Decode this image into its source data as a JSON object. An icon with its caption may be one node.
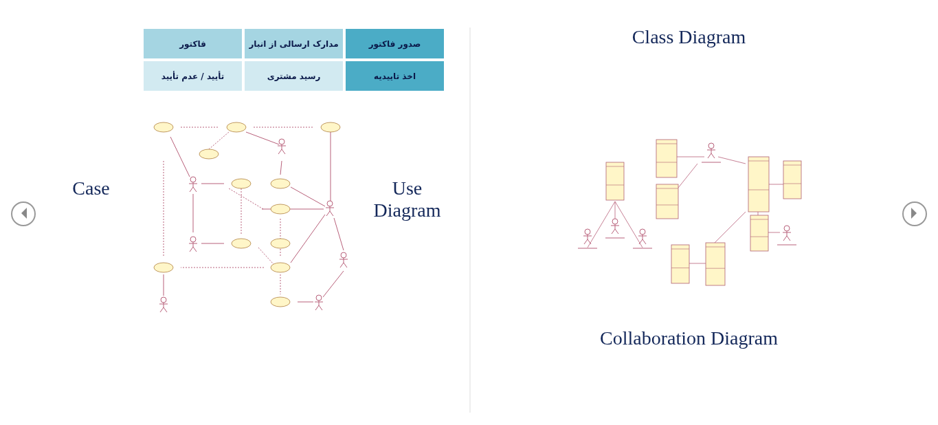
{
  "diagram": {
    "labels": [
      "صدور فاکتور",
      "مدارک ارسالی از انبار",
      "فاکتور",
      "اخذ تاییدیه",
      "رسید مشتری",
      "تأیید / عدم تأیید",
      "Case",
      "Use Diagram",
      "Class Diagram",
      "Collaboration Diagram"
    ]
  }
}
